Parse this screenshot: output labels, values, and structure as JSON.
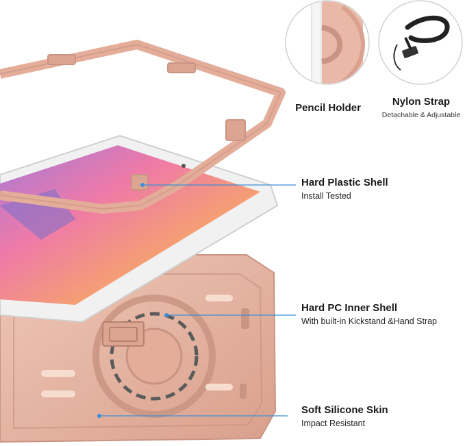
{
  "colors": {
    "case": "#e9b8a6",
    "case_dark": "#c99483",
    "callout_line": "#3f8fd6",
    "screen_orange": "#f6a56a",
    "screen_pink": "#ee7aa8",
    "screen_purple": "#a47ad9"
  },
  "insets": {
    "pencil_holder": {
      "title": "Pencil Holder",
      "icon": "pencil-holder-icon"
    },
    "nylon_strap": {
      "title": "Nylon Strap",
      "subtitle": "Detachable & Adjustable",
      "icon": "strap-icon"
    }
  },
  "callouts": [
    {
      "title": "Hard Plastic Shell",
      "subtitle": "Install Tested"
    },
    {
      "title": "Hard PC Inner Shell",
      "subtitle": "With built-in Kickstand &Hand Strap"
    },
    {
      "title": "Soft Silicone Skin",
      "subtitle": "Impact Resistant"
    }
  ]
}
